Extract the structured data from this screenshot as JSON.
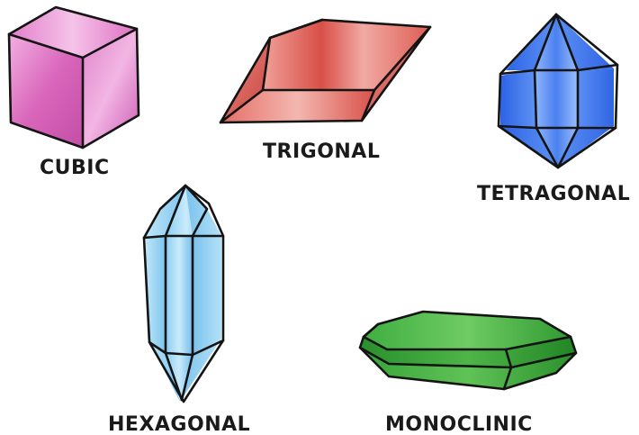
{
  "labels": {
    "cubic": "CUBIC",
    "trigonal": "TRIGONAL",
    "tetragonal": "TETRAGONAL",
    "hexagonal": "HEXAGONAL",
    "monoclinic": "MONOCLINIC"
  },
  "colors": {
    "cubic": "#e07ac6",
    "trigonal": "#e2665e",
    "tetragonal": "#4a7ff0",
    "hexagonal": "#8fd0f2",
    "monoclinic": "#2f9e33"
  }
}
